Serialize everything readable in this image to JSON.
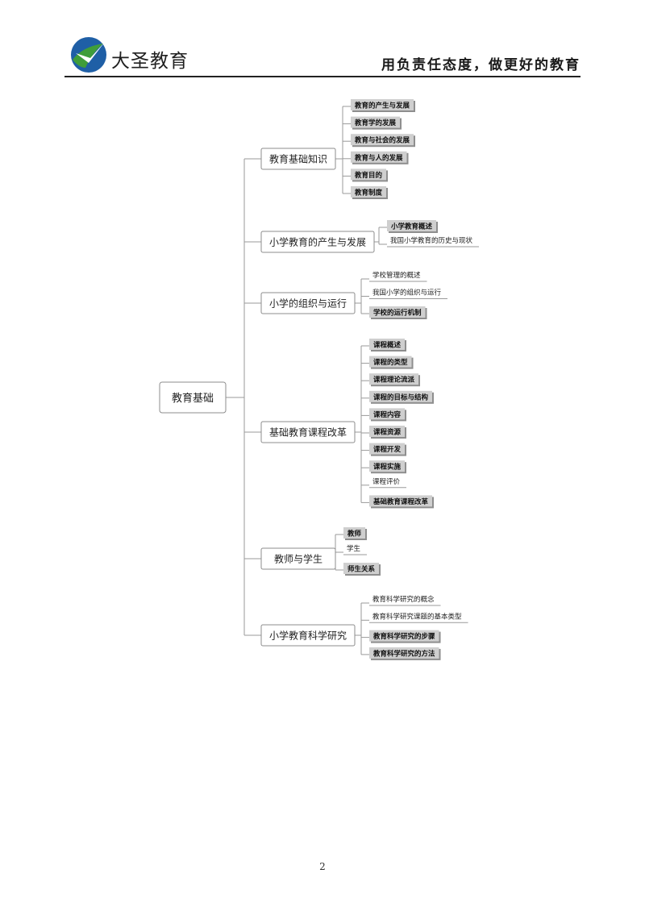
{
  "header": {
    "brand_name": "大圣教育",
    "slogan": "用负责任态度，做更好的教育"
  },
  "mindmap": {
    "root": "教育基础",
    "branches": [
      {
        "label": "教育基础知识",
        "leaves": [
          {
            "label": "教育的产生与发展",
            "highlighted": true
          },
          {
            "label": "教育学的发展",
            "highlighted": true
          },
          {
            "label": "教育与社会的发展",
            "highlighted": true
          },
          {
            "label": "教育与人的发展",
            "highlighted": true
          },
          {
            "label": "教育目的",
            "highlighted": true
          },
          {
            "label": "教育制度",
            "highlighted": true
          }
        ]
      },
      {
        "label": "小学教育的产生与发展",
        "leaves": [
          {
            "label": "小学教育概述",
            "highlighted": true
          },
          {
            "label": "我国小学教育的历史与现状",
            "highlighted": false
          }
        ]
      },
      {
        "label": "小学的组织与运行",
        "leaves": [
          {
            "label": "学校管理的概述",
            "highlighted": false
          },
          {
            "label": "我国小学的组织与运行",
            "highlighted": false
          },
          {
            "label": "学校的运行机制",
            "highlighted": true
          }
        ]
      },
      {
        "label": "基础教育课程改革",
        "leaves": [
          {
            "label": "课程概述",
            "highlighted": true
          },
          {
            "label": "课程的类型",
            "highlighted": true
          },
          {
            "label": "课程理论流派",
            "highlighted": true
          },
          {
            "label": "课程的目标与结构",
            "highlighted": true
          },
          {
            "label": "课程内容",
            "highlighted": true
          },
          {
            "label": "课程资源",
            "highlighted": true
          },
          {
            "label": "课程开发",
            "highlighted": true
          },
          {
            "label": "课程实施",
            "highlighted": true
          },
          {
            "label": "课程评价",
            "highlighted": false
          },
          {
            "label": "基础教育课程改革",
            "highlighted": true
          }
        ]
      },
      {
        "label": "教师与学生",
        "leaves": [
          {
            "label": "教师",
            "highlighted": true
          },
          {
            "label": "学生",
            "highlighted": false
          },
          {
            "label": "师生关系",
            "highlighted": true
          }
        ]
      },
      {
        "label": "小学教育科学研究",
        "leaves": [
          {
            "label": "教育科学研究的概念",
            "highlighted": false
          },
          {
            "label": "教育科学研究课题的基本类型",
            "highlighted": false
          },
          {
            "label": "教育科学研究的步骤",
            "highlighted": true
          },
          {
            "label": "教育科学研究的方法",
            "highlighted": true
          }
        ]
      }
    ]
  },
  "footer": {
    "page_number": "2"
  },
  "colors": {
    "logo_blue": "#1f5fa6",
    "logo_green": "#3f9d3a",
    "highlight_fill": "#cfcfcf",
    "line": "#9a9a9a"
  }
}
